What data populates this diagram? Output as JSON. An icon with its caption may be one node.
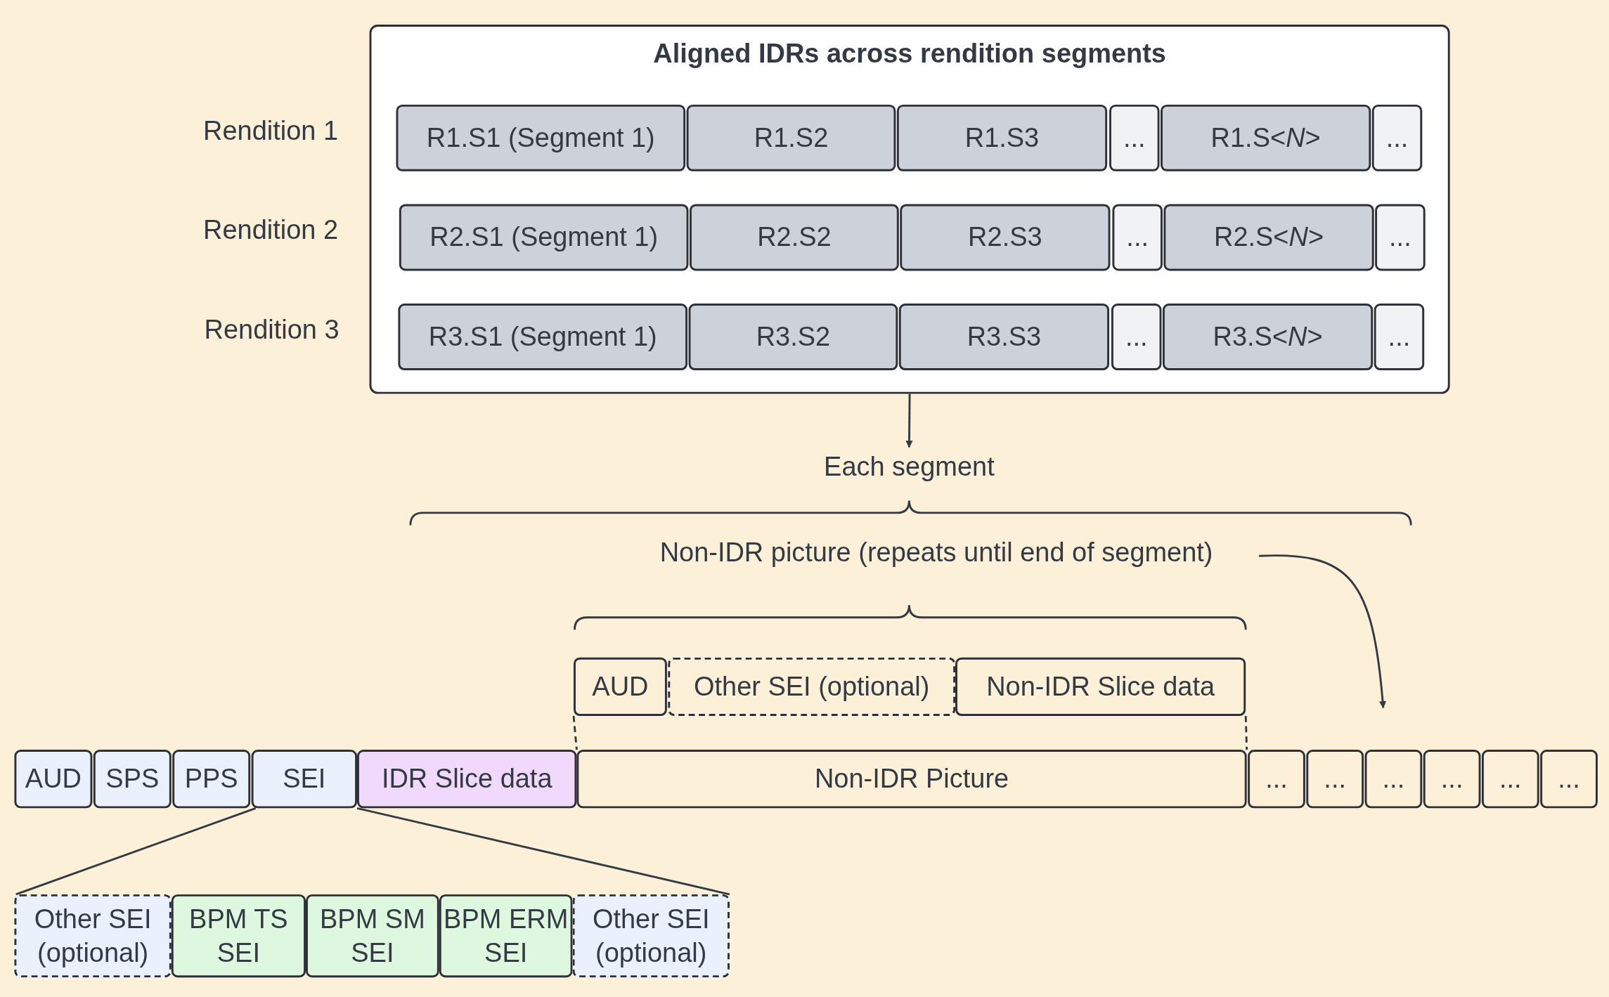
{
  "diagram": {
    "nodes": [
      {
        "text": [
          "Aligned IDRs across rendition segments"
        ]
      },
      {
        "text": [
          "R1.S1 (Segment 1)"
        ],
        "in": 0
      },
      {
        "text": [
          "R1.S2"
        ],
        "in": 0
      },
      {
        "text": [
          "R1.S3"
        ],
        "in": 0
      },
      {
        "text": [
          "..."
        ],
        "in": 0
      },
      {
        "text": [
          "R1.S<*N*>"
        ],
        "in": 0
      },
      {
        "text": [
          "..."
        ],
        "in": 0
      },
      {
        "text": [
          "R2.S1 (Segment 1)"
        ],
        "in": 0
      },
      {
        "text": [
          "R2.S2"
        ],
        "in": 0
      },
      {
        "text": [
          "R2.S3"
        ],
        "in": 0
      },
      {
        "text": [
          "..."
        ],
        "in": 0
      },
      {
        "text": [
          "R2.S<*N*>"
        ],
        "in": 0
      },
      {
        "text": [
          "..."
        ],
        "in": 0
      },
      {
        "text": [
          "R3.S1 (Segment 1)"
        ],
        "in": 0
      },
      {
        "text": [
          "R3.S2"
        ],
        "in": 0
      },
      {
        "text": [
          "R3.S3"
        ],
        "in": 0
      },
      {
        "text": [
          "..."
        ],
        "in": 0
      },
      {
        "text": [
          "R3.S<*N*>"
        ],
        "in": 0
      },
      {
        "text": [
          "..."
        ],
        "in": 0
      },
      {
        "text": [
          "Each segment"
        ]
      },
      {
        "text": [
          "Non-IDR picture (repeats until end of segment)"
        ]
      },
      {
        "text": [
          "AUD"
        ]
      },
      {
        "text": [
          "Other SEI (optional)"
        ]
      },
      {
        "text": [
          "Non-IDR Slice data"
        ]
      },
      {
        "text": [
          "AUD"
        ]
      },
      {
        "text": [
          "SPS"
        ]
      },
      {
        "text": [
          "PPS"
        ]
      },
      {
        "text": [
          "SEI"
        ]
      },
      {
        "text": [
          "IDR Slice data"
        ]
      },
      {
        "text": [
          "Non-IDR Picture"
        ]
      },
      {
        "text": [
          "..."
        ]
      },
      {
        "text": [
          "..."
        ]
      },
      {
        "text": [
          "..."
        ]
      },
      {
        "text": [
          "..."
        ]
      },
      {
        "text": [
          "..."
        ]
      },
      {
        "text": [
          "..."
        ]
      },
      {
        "text": [
          "Other SEI (optional)"
        ]
      },
      {
        "text": [
          "BPM TS SEI"
        ]
      },
      {
        "text": [
          "BPM SM SEI"
        ]
      },
      {
        "text": [
          "BPM ERM SEI"
        ]
      },
      {
        "text": [
          "Other SEI (optional)"
        ]
      }
    ],
    "edges": [
      {
        "from": 0,
        "to": 19,
        "arrow": "to"
      },
      {
        "from": 20,
        "to": null,
        "arrow": "to"
      },
      {
        "from": 21,
        "to": 29,
        "arrow": "none",
        "style": "dashed"
      },
      {
        "from": 23,
        "to": 29,
        "arrow": "none",
        "style": "dashed"
      },
      {
        "from": 27,
        "to": 36,
        "arrow": "none"
      },
      {
        "from": 27,
        "to": 40,
        "arrow": "none"
      }
    ],
    "labels": [
      "Rendition 1",
      "Rendition 2",
      "Rendition 3"
    ]
  }
}
